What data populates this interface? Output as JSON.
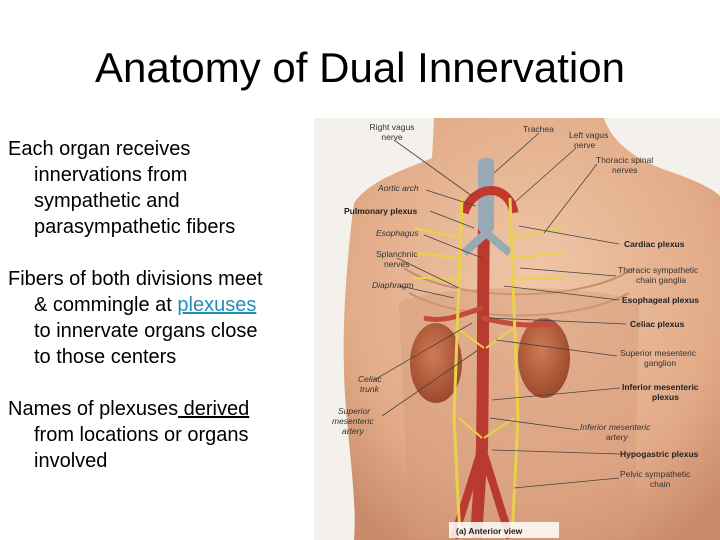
{
  "slide": {
    "title": "Anatomy of Dual Innervation",
    "bullets": [
      {
        "lines": [
          "Each organ receives",
          "innervations from",
          "sympathetic and",
          "parasympathetic fibers"
        ]
      },
      {
        "line1": "Fibers of both divisions meet",
        "line2_prefix": "& commingle at ",
        "line2_link": "plexuses",
        "line3": "to innervate organs close",
        "line4": "to those centers"
      },
      {
        "line1_prefix": "Names of plexuses",
        "line1_underlined": " derived",
        "line2": "from locations or organs",
        "line3": "involved"
      }
    ],
    "link_color": "#1f8fb8"
  },
  "figure": {
    "labels": {
      "right_vagus": [
        "Right vagus",
        "nerve"
      ],
      "trachea": "Trachea",
      "left_vagus": [
        "Left vagus",
        "nerve"
      ],
      "thoracic_spinal": [
        "Thoracic spinal",
        "nerves"
      ],
      "aortic_arch": "Aortic arch",
      "pulmonary_plexus": "Pulmonary plexus",
      "esophagus": "Esophagus",
      "splanchnic": [
        "Splanchnic",
        "nerves"
      ],
      "diaphragm": "Diaphragm",
      "cardiac_plexus": "Cardiac plexus",
      "thoracic_sympathetic": [
        "Thoracic sympathetic",
        "chain ganglia"
      ],
      "esophageal_plexus": "Esophageal plexus",
      "celiac_plexus": "Celiac plexus",
      "superior_mesenteric_ganglion": [
        "Superior mesenteric",
        "ganglion"
      ],
      "inferior_mesenteric_plexus": [
        "Inferior mesenteric",
        "plexus"
      ],
      "celiac_trunk": [
        "Celiac",
        "trunk"
      ],
      "superior_mesenteric_artery": [
        "Superior",
        "mesenteric",
        "artery"
      ],
      "inferior_mesenteric_artery": [
        "Inferior mesenteric",
        "artery"
      ],
      "hypogastric_plexus": "Hypogastric plexus",
      "pelvic_sympathetic": [
        "Pelvic sympathetic",
        "chain"
      ],
      "caption": "(a) Anterior view"
    }
  }
}
